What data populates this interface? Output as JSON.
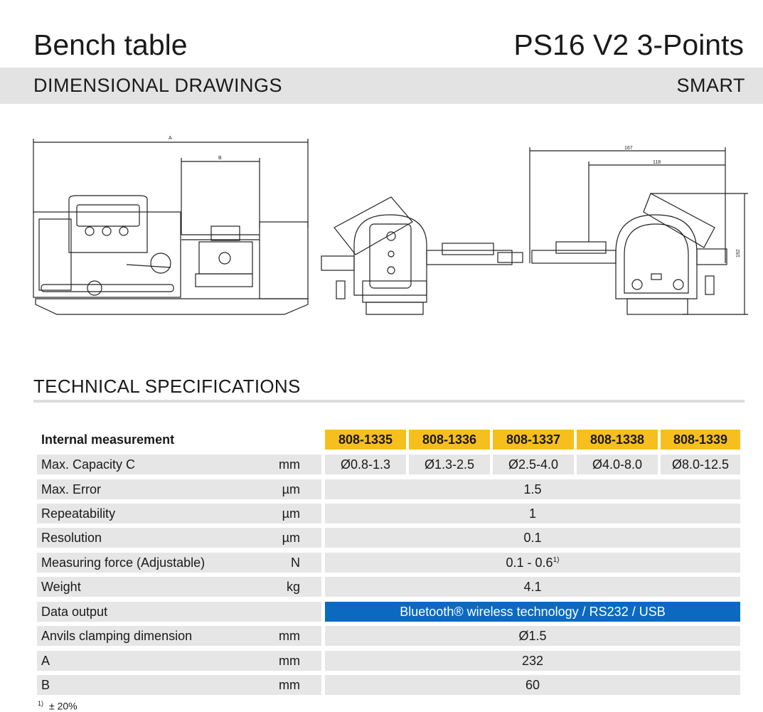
{
  "header": {
    "title": "Bench table",
    "product": "PS16 V2 3-Points",
    "section": "DIMENSIONAL DRAWINGS",
    "variant": "SMART"
  },
  "drawing": {
    "dim_a": "A",
    "dim_b": "B",
    "dim_167": "167",
    "dim_118": "118",
    "dim_192": "192"
  },
  "specs": {
    "heading": "TECHNICAL SPECIFICATIONS",
    "header_label": "Internal measurement",
    "models": [
      "808-1335",
      "808-1336",
      "808-1337",
      "808-1338",
      "808-1339"
    ],
    "capacity": {
      "label": "Max. Capacity C",
      "unit": "mm",
      "values": [
        "Ø0.8-1.3",
        "Ø1.3-2.5",
        "Ø2.5-4.0",
        "Ø4.0-8.0",
        "Ø8.0-12.5"
      ]
    },
    "rows": [
      {
        "label": "Max. Error",
        "unit": "µm",
        "value": "1.5"
      },
      {
        "label": "Repeatability",
        "unit": "µm",
        "value": "1"
      },
      {
        "label": "Resolution",
        "unit": "µm",
        "value": "0.1"
      },
      {
        "label": "Measuring force (Adjustable)",
        "unit": "N",
        "value": "0.1 - 0.6",
        "footnote_ref": "1)"
      },
      {
        "label": "Weight",
        "unit": "kg",
        "value": "4.1"
      },
      {
        "label": "Data output",
        "unit": "",
        "value": "Bluetooth® wireless technology / RS232 / USB"
      },
      {
        "label": "Anvils clamping dimension",
        "unit": "mm",
        "value": "Ø1.5"
      },
      {
        "label": "A",
        "unit": "mm",
        "value": "232"
      },
      {
        "label": "B",
        "unit": "mm",
        "value": "60"
      }
    ],
    "highlight_color": "#f7bf1e",
    "data_output_color": "#0a6ac2"
  },
  "footnote": {
    "mark": "1)",
    "text": "± 20%"
  }
}
